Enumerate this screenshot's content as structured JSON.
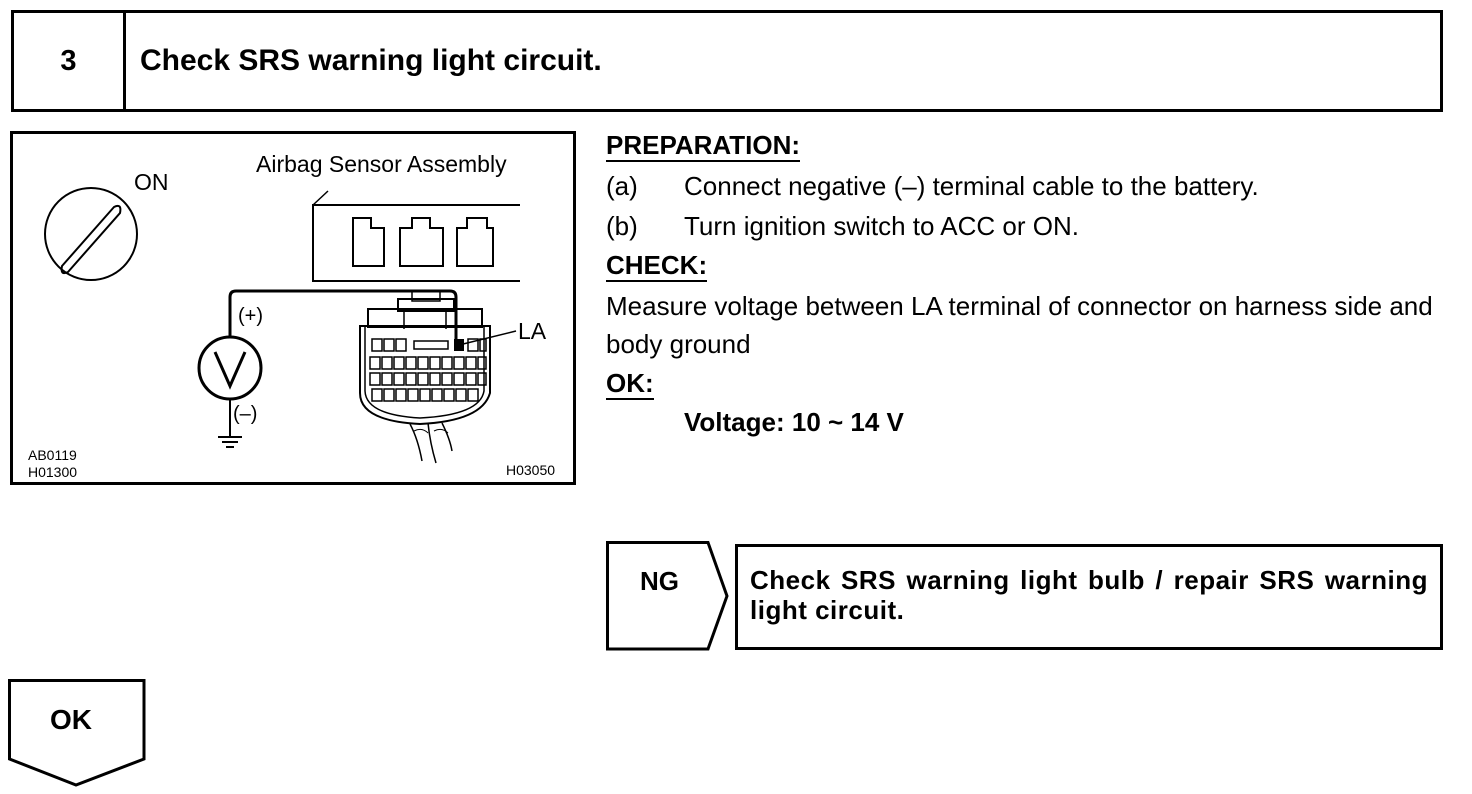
{
  "step": {
    "number": "3",
    "title": "Check SRS warning light circuit."
  },
  "figure": {
    "on_label": "ON",
    "component_label": "Airbag Sensor Assembly",
    "plus_label": "(+)",
    "minus_label": "(–)",
    "meter_symbol": "V",
    "terminal_label": "LA",
    "code_left_1": "AB0119",
    "code_left_2": "H01300",
    "code_right": "H03050"
  },
  "preparation": {
    "heading": "PREPARATION:",
    "steps": [
      {
        "letter": "(a)",
        "text": "Connect negative (–) terminal cable to the battery."
      },
      {
        "letter": "(b)",
        "text": "Turn ignition switch to ACC or ON."
      }
    ]
  },
  "check": {
    "heading": "CHECK:",
    "text": "Measure voltage between LA terminal of connector on harness side and body ground"
  },
  "ok_spec": {
    "heading": "OK:",
    "text": "Voltage: 10 ~ 14 V"
  },
  "ng_result": {
    "label": "NG",
    "text": "Check SRS warning light bulb / repair SRS warning light circuit."
  },
  "ok_result": {
    "label": "OK"
  }
}
